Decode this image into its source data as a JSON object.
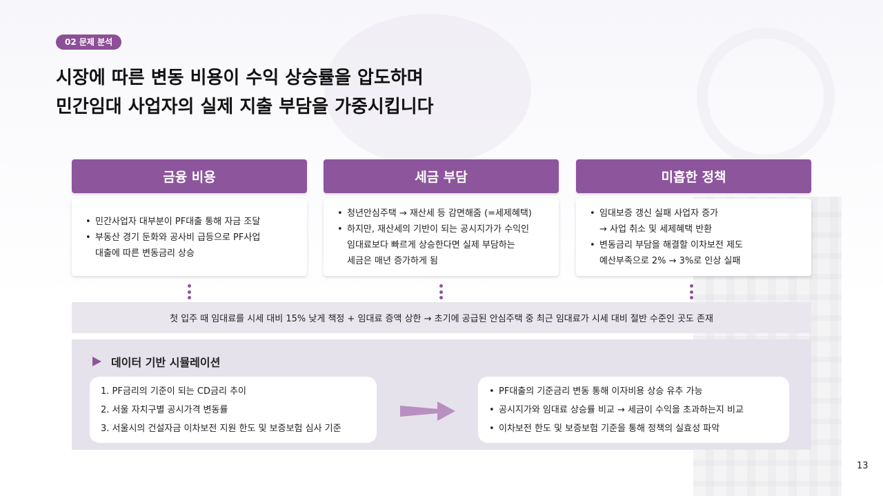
{
  "section_tag": "02 문제 분석",
  "headline": {
    "line1": "시장에 따른 변동 비용이 수익 상승률을 압도하며",
    "line2": "민간임대 사업자의 실제 지출 부담을 가중시킵니다"
  },
  "columns": [
    {
      "title": "금융 비용",
      "items": [
        {
          "text": "민간사업자 대부분이 PF대출 통해 자금 조달",
          "bullet": true
        },
        {
          "text": "부동산 경기 둔화와 공사비 급등으로 PF사업",
          "bullet": true
        },
        {
          "text": "대출에 따른 변동금리 상승",
          "bullet": false
        }
      ]
    },
    {
      "title": "세금 부담",
      "items": [
        {
          "text": "청년안심주택 → 재산세 등 감면해줌 (=세제혜택)",
          "bullet": true
        },
        {
          "text": "하지만, 재산세의 기반이 되는 공시지가가 수익인",
          "bullet": true
        },
        {
          "text": "임대료보다 빠르게 상승한다면 실제 부담하는",
          "bullet": false
        },
        {
          "text": "세금은 매년 증가하게 됨",
          "bullet": false
        }
      ]
    },
    {
      "title": "미흡한 정책",
      "items": [
        {
          "text": "임대보증 갱신 실패 사업자 증가",
          "bullet": true
        },
        {
          "text": "→ 사업 취소 및 세제혜택 반환",
          "bullet": false
        },
        {
          "text": "변동금리 부담을 해결할 이차보전 제도",
          "bullet": true
        },
        {
          "text": "예산부족으로 2% → 3%로 인상 실패",
          "bullet": false
        }
      ]
    }
  ],
  "summary": "첫 입주 때 임대료를 시세 대비 15% 낮게 책정 + 임대료 증액 상한 → 초기에 공급된 안심주택 중 최근 임대료가 시세 대비 절반 수준인 곳도 존재",
  "simulation": {
    "title": "데이터 기반 시뮬레이션",
    "inputs": [
      "1. PF금리의 기준이 되는 CD금리 추이",
      "2. 서울 자치구별 공시가격 변동률",
      "3. 서울시의 건설자금 이차보전 지원 한도 및 보증보험 심사 기준"
    ],
    "outputs": [
      "PF대출의 기준금리 변동 통해 이자비용 상승 유추 가능",
      "공시지가와 임대료 상승률 비교 → 세금이 수익을 초과하는지 비교",
      "이차보전 한도 및 보증보험 기준을 통해 정책의 실효성 파악"
    ]
  },
  "page_number": "13",
  "colors": {
    "accent": "#8d559c",
    "tag": "#8d4f97",
    "summary_bg": "#e9e6ee",
    "panel_bg": "#e6e2eb",
    "arrow": "#b88fc0"
  },
  "icons": {
    "section_marker": "play-triangle-icon",
    "flow": "right-arrow-icon",
    "connector": "vertical-dots-icon"
  }
}
